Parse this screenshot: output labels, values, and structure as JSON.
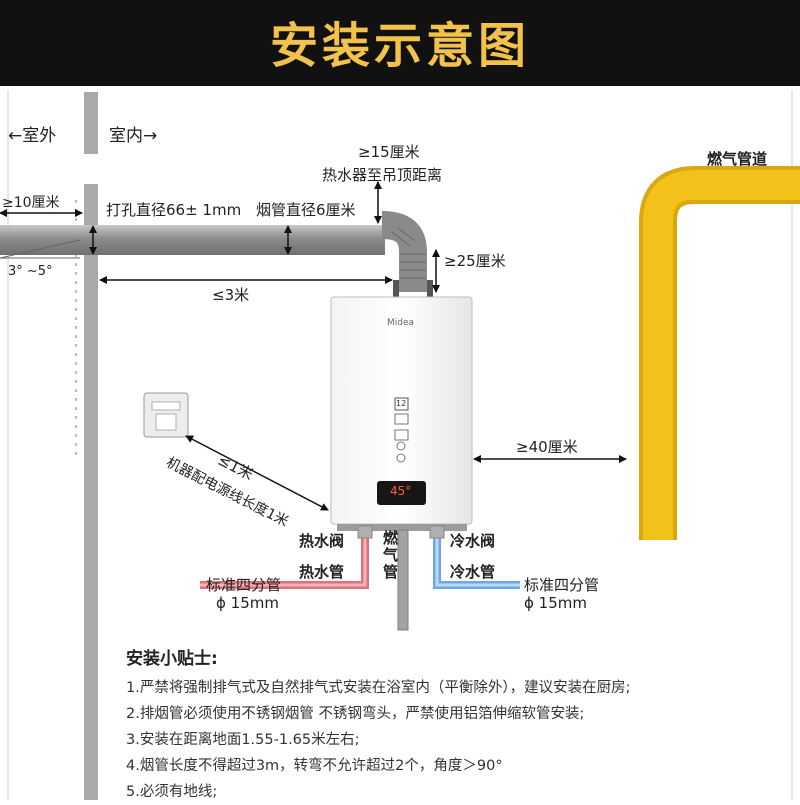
{
  "banner": {
    "title": "安装示意图"
  },
  "wall": {
    "outside": "←室外",
    "inside": "室内→"
  },
  "dimensions": {
    "top_gap_value": "≥15厘米",
    "top_gap_desc": "热水器至吊顶距离",
    "wall_protrusion": "≥10厘米",
    "hole_diameter": "打孔直径66± 1mm",
    "flue_diameter": "烟管直径6厘米",
    "slope": "3° ~5°",
    "flue_length": "≤3米",
    "vertical_gap": "≥25厘米",
    "side_gap": "≥40厘米",
    "power_distance": "≤1米",
    "power_cord": "机器配电源线长度1米"
  },
  "heater": {
    "brand": "Midea",
    "panel_number": "12",
    "display_readout": "45°"
  },
  "pipes": {
    "gas_pipeline": "燃气管道",
    "hot_valve": "热水阀",
    "hot_pipe": "热水管",
    "gas_pipe": "燃气管",
    "cold_valve": "冷水阀",
    "cold_pipe": "冷水管",
    "left_spec_name": "标准四分管",
    "left_spec_size": "ϕ 15mm",
    "right_spec_name": "标准四分管",
    "right_spec_size": "ϕ 15mm"
  },
  "tips": {
    "title": "安装小贴士:",
    "items": [
      "1.严禁将强制排气式及自然排气式安装在浴室内（平衡除外），建议安装在厨房;",
      "2.排烟管必须使用不锈钢烟管 不锈钢弯头，严禁使用铝箔伸缩软管安装;",
      "3.安装在距离地面1.55-1.65米左右;",
      "4.烟管长度不得超过3m，转弯不允许超过2个，角度＞90°",
      "5.必须有地线;"
    ]
  },
  "colors": {
    "banner_bg": "#111111",
    "banner_text": "#f3c24a",
    "gas_pipe": "#f2c21b",
    "hot_pipe": "#e0707a",
    "cold_pipe": "#6aa9e4",
    "wall": "#a9a9a9"
  }
}
